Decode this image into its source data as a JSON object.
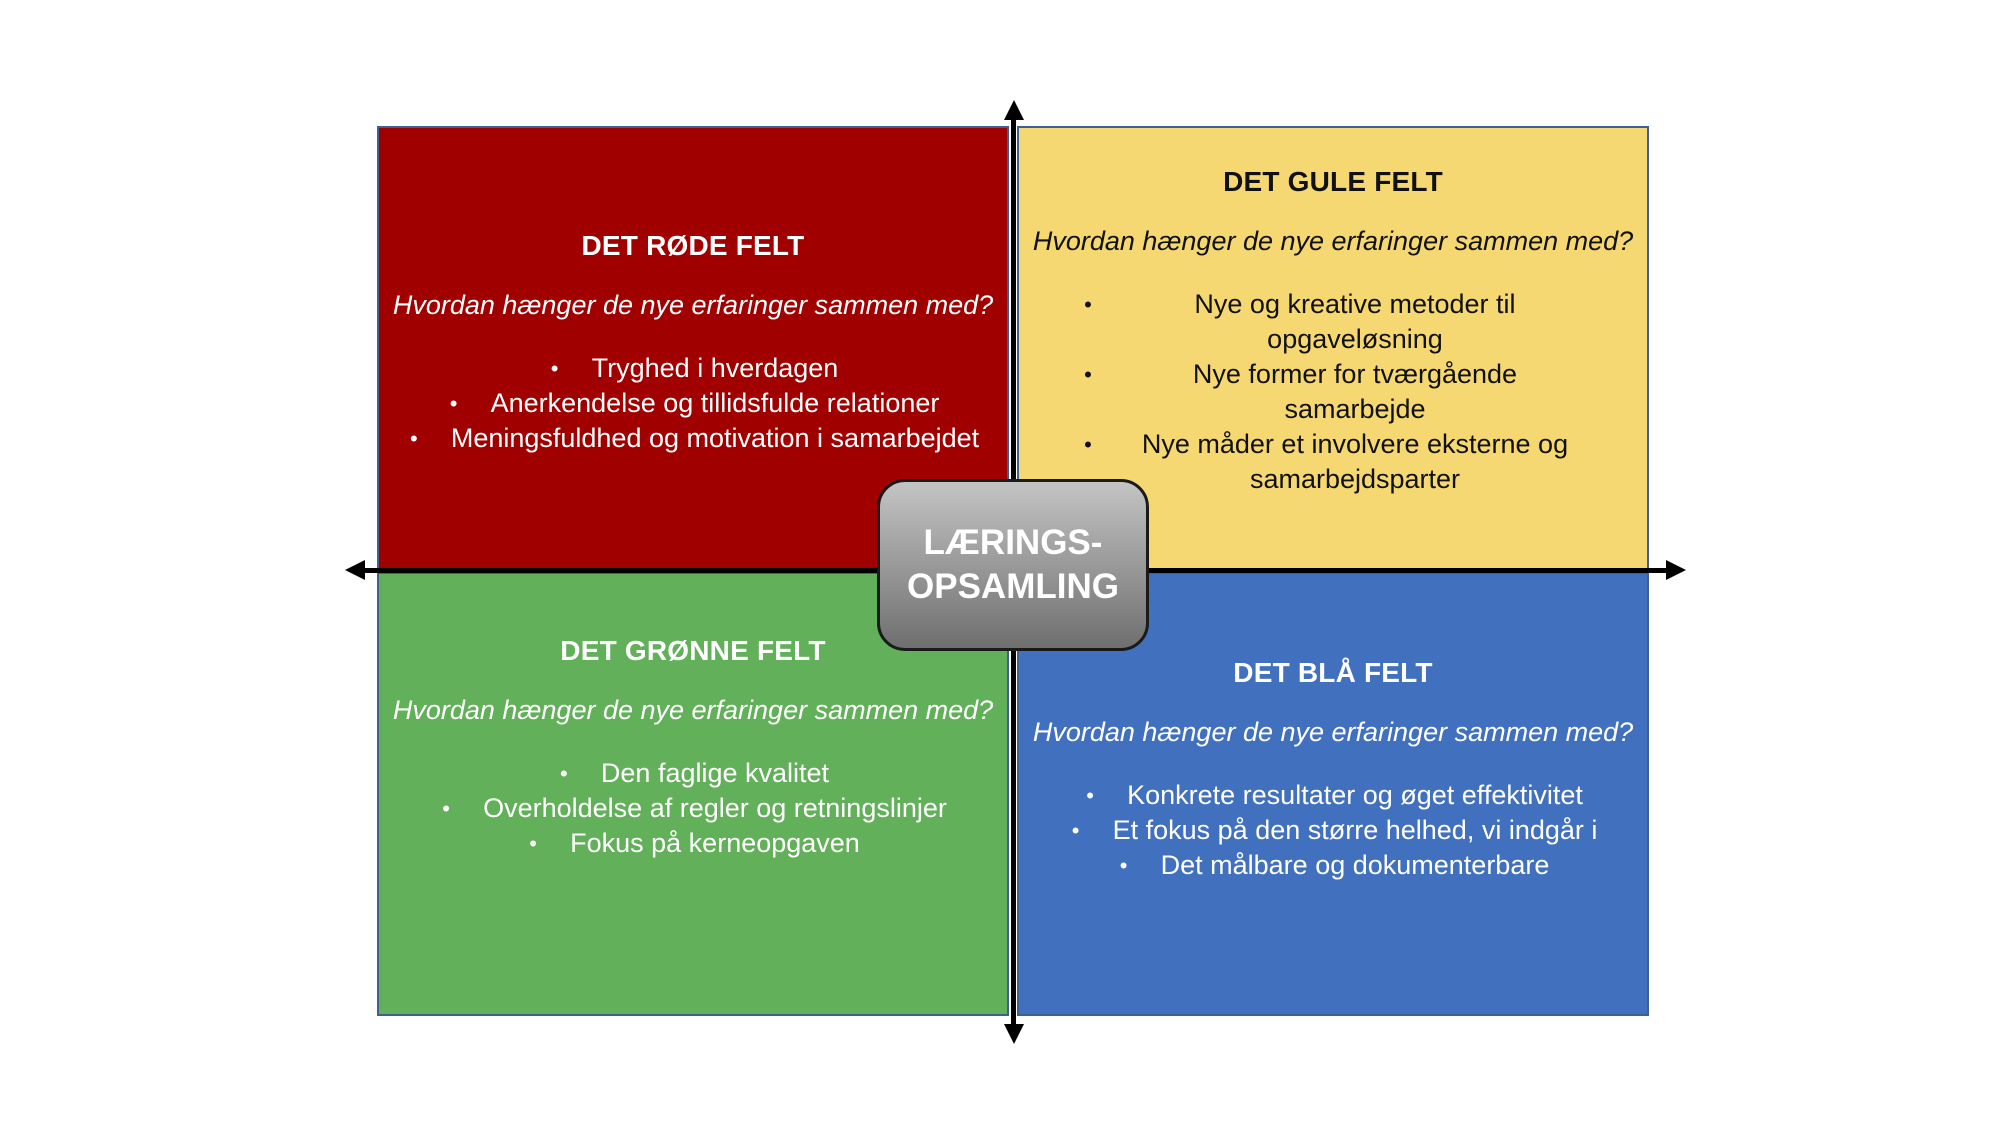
{
  "center": {
    "line1": "LÆRINGS-",
    "line2": "OPSAMLING"
  },
  "quadrants": {
    "red": {
      "title": "DET RØDE FELT",
      "question": "Hvordan hænger de nye erfaringer sammen med?",
      "items": [
        "Tryghed i hverdagen",
        "Anerkendelse og tillidsfulde relationer",
        "Meningsfuldhed og motivation i samarbejdet"
      ]
    },
    "yellow": {
      "title": "DET GULE FELT",
      "question": "Hvordan hænger de nye erfaringer sammen med?",
      "items": [
        "Nye og kreative metoder til opgaveløsning",
        "Nye former for tværgående samarbejde",
        "Nye måder et involvere eksterne og samarbejdsparter"
      ]
    },
    "green": {
      "title": "DET GRØNNE FELT",
      "question": "Hvordan hænger de nye erfaringer sammen med?",
      "items": [
        "Den faglige kvalitet",
        "Overholdelse af regler og retningslinjer",
        "Fokus på kerneopgaven"
      ]
    },
    "blue": {
      "title": "DET BLÅ FELT",
      "question": "Hvordan hænger de nye erfaringer sammen med?",
      "items": [
        "Konkrete resultater og øget effektivitet",
        "Et fokus på den større helhed, vi indgår i",
        "Det målbare og dokumenterbare"
      ]
    }
  },
  "colors": {
    "red": "#a10000",
    "yellow": "#f5d872",
    "green": "#63b05a",
    "blue": "#4070be",
    "border": "#3f5f8c",
    "axis": "#000000",
    "center_top": "#c4c4c4",
    "center_bottom": "#6f6f6f"
  }
}
